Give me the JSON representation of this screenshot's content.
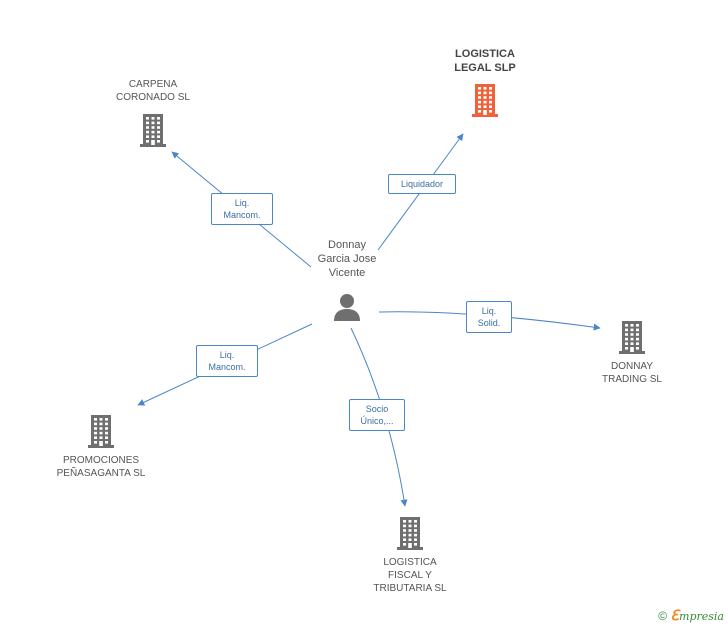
{
  "colors": {
    "edge": "#4a86c8",
    "building": "#6f6f6f",
    "building_highlight": "#f0633a",
    "person": "#6f6f6f"
  },
  "center": {
    "icon": "person-icon",
    "name_lines": [
      "Donnay",
      "Garcia Jose",
      "Vicente"
    ]
  },
  "companies": [
    {
      "id": "logistica-legal",
      "name_lines": [
        "LOGISTICA",
        "LEGAL SLP"
      ],
      "icon": "building-icon",
      "highlight": true
    },
    {
      "id": "carpena-coronado",
      "name_lines": [
        "CARPENA",
        "CORONADO SL"
      ],
      "icon": "building-icon",
      "highlight": false
    },
    {
      "id": "donnay-trading",
      "name_lines": [
        "DONNAY",
        "TRADING SL"
      ],
      "icon": "building-icon",
      "highlight": false
    },
    {
      "id": "promociones-penasaganta",
      "name_lines": [
        "PROMOCIONES",
        "PEÑASAGANTA SL"
      ],
      "icon": "building-icon",
      "highlight": false
    },
    {
      "id": "logistica-fiscal",
      "name_lines": [
        "LOGISTICA",
        "FISCAL Y",
        "TRIBUTARIA SL"
      ],
      "icon": "building-icon",
      "highlight": false
    }
  ],
  "relations": [
    {
      "target": "logistica-legal",
      "label_lines": [
        "Liquidador"
      ]
    },
    {
      "target": "carpena-coronado",
      "label_lines": [
        "Liq.",
        "Mancom."
      ]
    },
    {
      "target": "donnay-trading",
      "label_lines": [
        "Liq.",
        "Solid."
      ]
    },
    {
      "target": "promociones-penasaganta",
      "label_lines": [
        "Liq.",
        "Mancom."
      ]
    },
    {
      "target": "logistica-fiscal",
      "label_lines": [
        "Socio",
        "Único,..."
      ]
    }
  ],
  "footer": {
    "copyright_symbol": "©",
    "brand_initial": "ℇ",
    "brand_rest": "mpresia"
  }
}
